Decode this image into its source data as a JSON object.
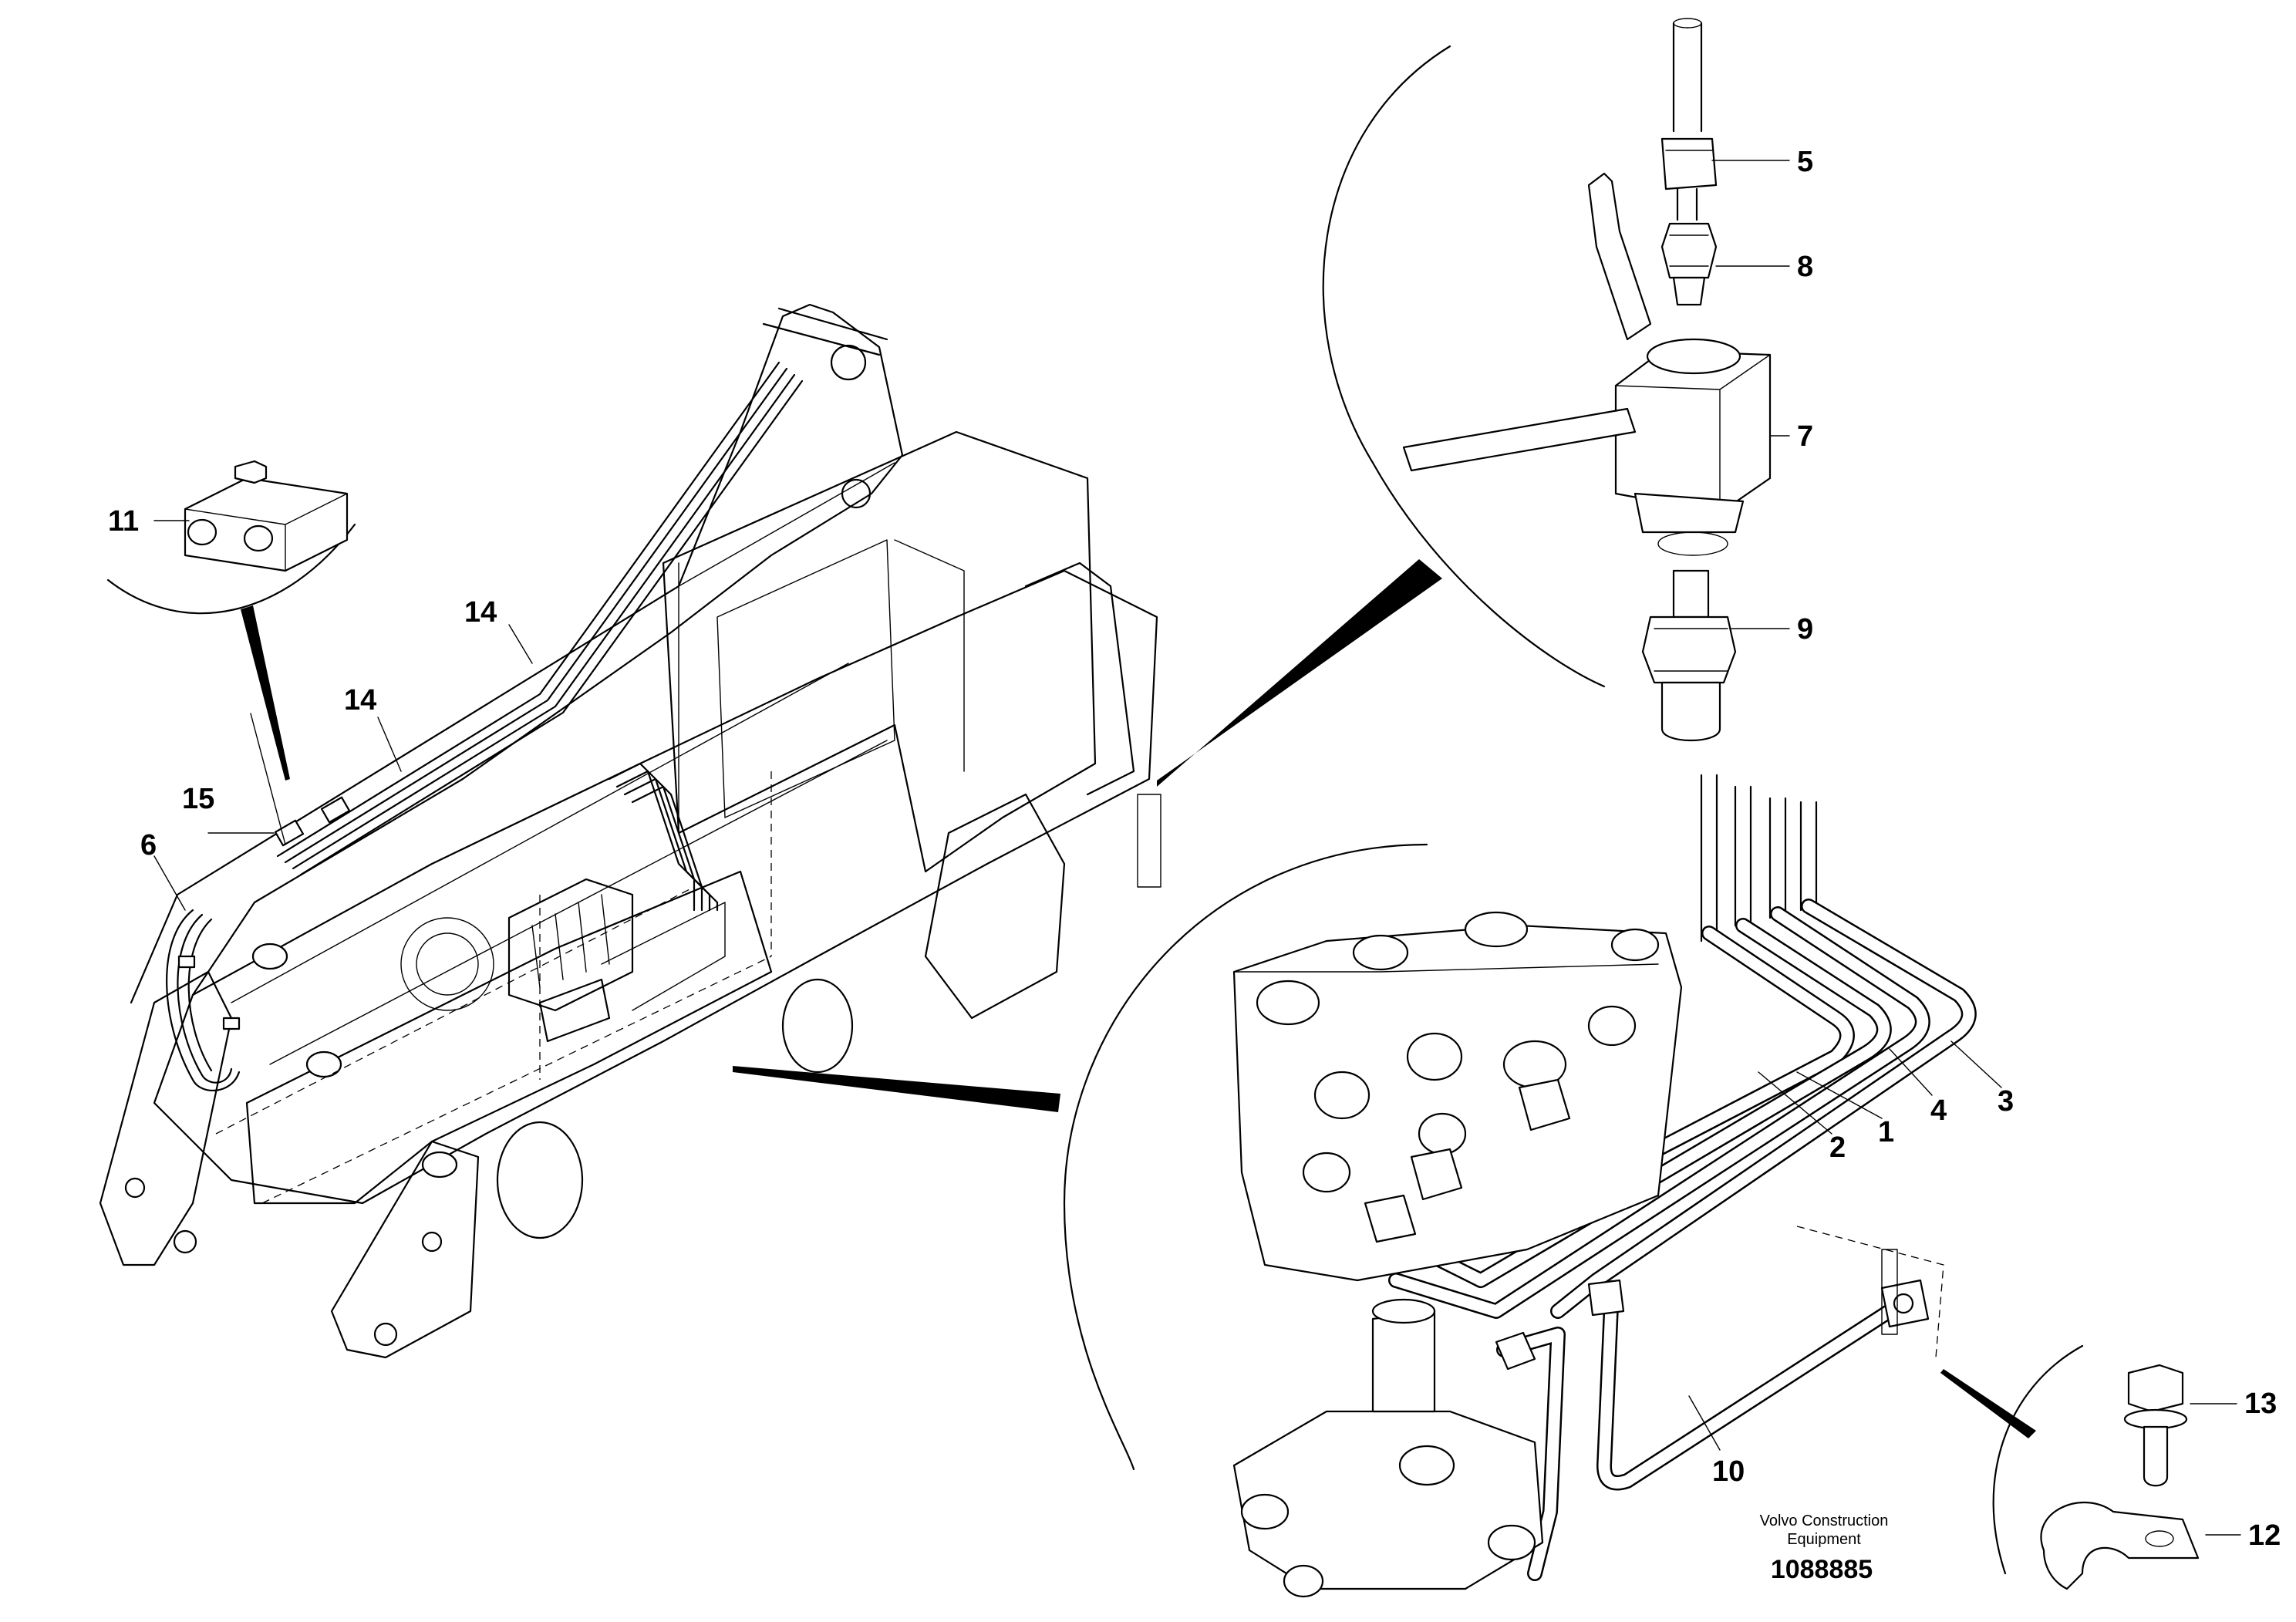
{
  "callouts": {
    "c1": "1",
    "c2": "2",
    "c3": "3",
    "c4": "4",
    "c5": "5",
    "c6": "6",
    "c7": "7",
    "c8": "8",
    "c9": "9",
    "c10": "10",
    "c11": "11",
    "c12": "12",
    "c13": "13",
    "c14a": "14",
    "c14b": "14",
    "c15": "15"
  },
  "credit": {
    "line1": "Volvo Construction",
    "line2": "Equipment"
  },
  "document_number": "1088885",
  "colors": {
    "line": "#000000",
    "background": "#ffffff"
  }
}
